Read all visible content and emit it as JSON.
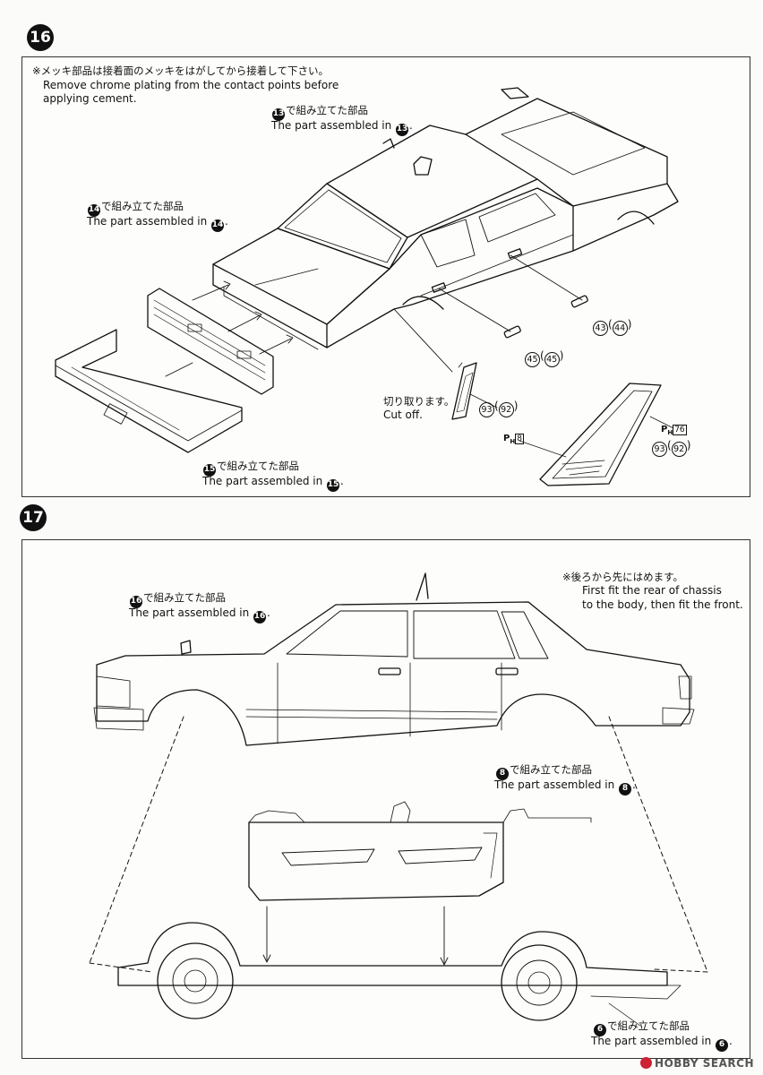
{
  "steps": {
    "s16": {
      "number": "16"
    },
    "s17": {
      "number": "17"
    }
  },
  "step16": {
    "note_jp": "※メッキ部品は接着面のメッキをはがしてから接着して下さい。",
    "note_en_1": "Remove chrome plating from the contact points before",
    "note_en_2": "applying cement.",
    "label13": {
      "num": "13",
      "jp": "で組み立てた部品",
      "en": "The part assembled in"
    },
    "label14": {
      "num": "14",
      "jp": "で組み立てた部品",
      "en": "The part assembled in"
    },
    "label15": {
      "num": "15",
      "jp": "で組み立てた部品",
      "en": "The part assembled in"
    },
    "cutoff_jp": "切り取ります。",
    "cutoff_en": "Cut off.",
    "parts": {
      "p43": "43",
      "p44": "44",
      "p45a": "45",
      "p45b": "45",
      "p93a": "93",
      "p92a": "92",
      "p93b": "93",
      "p92b": "92"
    },
    "ph_a": {
      "prefix": "P",
      "sub": "H",
      "box": "8"
    },
    "ph_b": {
      "prefix": "P",
      "sub": "H",
      "box": "76"
    }
  },
  "step17": {
    "label16": {
      "num": "16",
      "jp": "で組み立てた部品",
      "en": "The part assembled in"
    },
    "label8": {
      "num": "8",
      "jp": "で組み立てた部品",
      "en": "The part assembled in"
    },
    "label6": {
      "num": "6",
      "jp": "で組み立てた部品",
      "en": "The part assembled in"
    },
    "note_jp": "※後ろから先にはめます。",
    "note_en_1": "First fit the rear of chassis",
    "note_en_2": "to the body, then fit the front."
  },
  "watermark": "HOBBY SEARCH"
}
